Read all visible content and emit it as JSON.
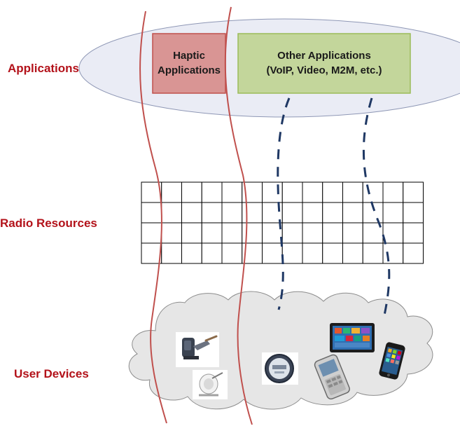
{
  "layers": {
    "applications": "Applications",
    "radio_resources": "Radio Resources",
    "user_devices": "User Devices"
  },
  "apps": {
    "haptic": "Haptic\nApplications",
    "other": "Other Applications\n(VoIP, Video, M2M, etc.)"
  },
  "resource_grid": {
    "rows": 4,
    "columns": 14
  },
  "colors": {
    "label_red": "#b3121a",
    "haptic_fill": "#d99594",
    "haptic_stroke": "#c0504d",
    "other_fill": "#c3d69b",
    "other_stroke": "#9bbb59",
    "ellipse_fill": "#eaecf5",
    "cloud_fill": "#e6e6e6",
    "slice_line": "#c0504d",
    "dashed_path": "#1f3864"
  },
  "devices": {
    "haptic": [
      "haptic-controller-icon",
      "haptic-stylus-icon"
    ],
    "other": [
      "smart-meter-icon",
      "feature-phone-icon",
      "tablet-icon",
      "smartphone-icon"
    ]
  }
}
